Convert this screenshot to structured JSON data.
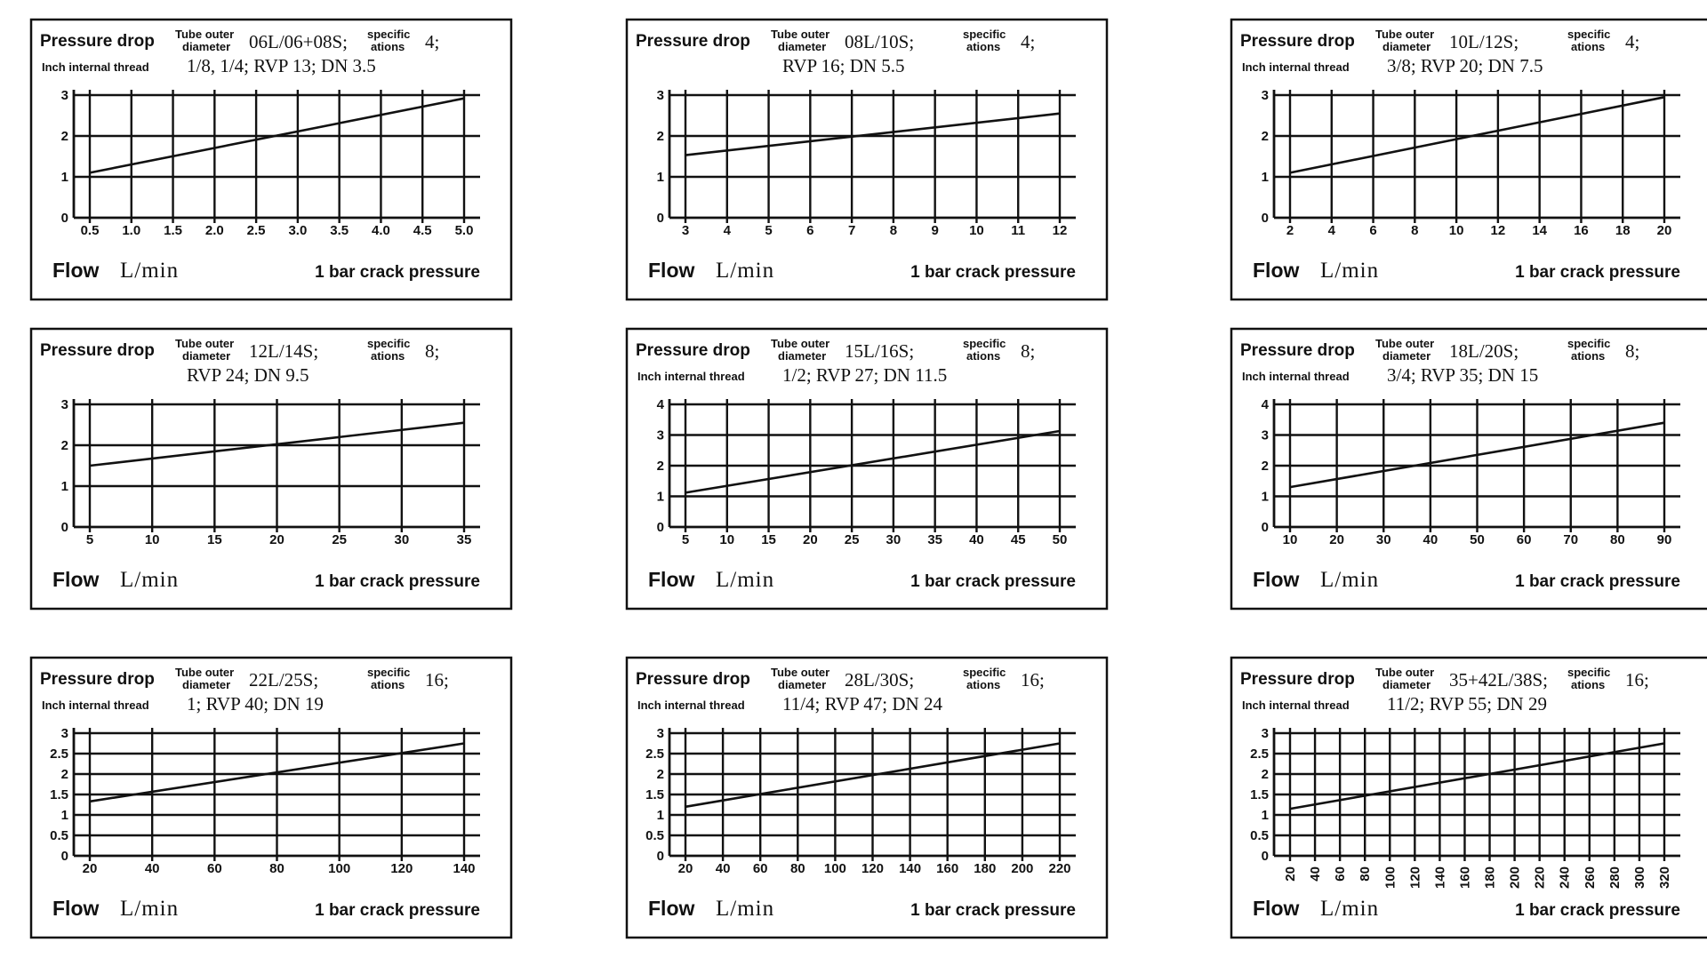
{
  "labels": {
    "pressure_drop": "Pressure drop",
    "tube_outer_1": "Tube outer",
    "tube_outer_2": "diameter",
    "spec_1": "specific",
    "spec_2": "ations",
    "inch_thread": "Inch internal thread",
    "flow": "Flow",
    "unit": "L/min",
    "crack": "1 bar crack pressure"
  },
  "chart_data": [
    {
      "type": "line",
      "tube": "06L/06+08S;",
      "spec": "4;",
      "line2": "1/8, 1/4; RVP 13; DN 3.5",
      "has_thread": true,
      "x_ticks": [
        "0.5",
        "1.0",
        "1.5",
        "2.0",
        "2.5",
        "3.0",
        "3.5",
        "4.0",
        "4.5",
        "5.0"
      ],
      "x_range": [
        0.5,
        5.0
      ],
      "y_ticks": [
        "0",
        "1",
        "2",
        "3"
      ],
      "ylim": [
        0,
        3
      ],
      "series": [
        {
          "x": [
            0.5,
            5.0
          ],
          "y": [
            1.1,
            2.92
          ]
        }
      ]
    },
    {
      "type": "line",
      "tube": "08L/10S;",
      "spec": "4;",
      "line2": "RVP 16; DN 5.5",
      "has_thread": false,
      "x_ticks": [
        "3",
        "4",
        "5",
        "6",
        "7",
        "8",
        "9",
        "10",
        "11",
        "12"
      ],
      "x_range": [
        3,
        12
      ],
      "y_ticks": [
        "0",
        "1",
        "2",
        "3"
      ],
      "ylim": [
        0,
        3
      ],
      "series": [
        {
          "x": [
            3,
            12
          ],
          "y": [
            1.53,
            2.55
          ]
        }
      ]
    },
    {
      "type": "line",
      "tube": "10L/12S;",
      "spec": "4;",
      "line2": "3/8; RVP 20; DN 7.5",
      "has_thread": true,
      "x_ticks": [
        "2",
        "4",
        "6",
        "8",
        "10",
        "12",
        "14",
        "16",
        "18",
        "20"
      ],
      "x_range": [
        2,
        20
      ],
      "y_ticks": [
        "0",
        "1",
        "2",
        "3"
      ],
      "ylim": [
        0,
        3
      ],
      "series": [
        {
          "x": [
            2,
            20
          ],
          "y": [
            1.1,
            2.95
          ]
        }
      ]
    },
    {
      "type": "line",
      "tube": "12L/14S;",
      "spec": "8;",
      "line2": "RVP 24; DN 9.5",
      "has_thread": false,
      "x_ticks": [
        "5",
        "10",
        "15",
        "20",
        "25",
        "30",
        "35"
      ],
      "x_range": [
        5,
        35
      ],
      "y_ticks": [
        "0",
        "1",
        "2",
        "3"
      ],
      "ylim": [
        0,
        3
      ],
      "series": [
        {
          "x": [
            5,
            35
          ],
          "y": [
            1.5,
            2.55
          ]
        }
      ]
    },
    {
      "type": "line",
      "tube": "15L/16S;",
      "spec": "8;",
      "line2": "1/2; RVP 27; DN 11.5",
      "has_thread": true,
      "x_ticks": [
        "5",
        "10",
        "15",
        "20",
        "25",
        "30",
        "35",
        "40",
        "45",
        "50"
      ],
      "x_range": [
        5,
        50
      ],
      "y_ticks": [
        "0",
        "1",
        "2",
        "3",
        "4"
      ],
      "ylim": [
        0,
        4
      ],
      "series": [
        {
          "x": [
            5,
            50
          ],
          "y": [
            1.12,
            3.13
          ]
        }
      ]
    },
    {
      "type": "line",
      "tube": "18L/20S;",
      "spec": "8;",
      "line2": "3/4; RVP 35; DN 15",
      "has_thread": true,
      "x_ticks": [
        "10",
        "20",
        "30",
        "40",
        "50",
        "60",
        "70",
        "80",
        "90"
      ],
      "x_range": [
        10,
        90
      ],
      "y_ticks": [
        "0",
        "1",
        "2",
        "3",
        "4"
      ],
      "ylim": [
        0,
        4
      ],
      "series": [
        {
          "x": [
            10,
            90
          ],
          "y": [
            1.3,
            3.4
          ]
        }
      ]
    },
    {
      "type": "line",
      "tube": "22L/25S;",
      "spec": "16;",
      "line2": "1; RVP 40; DN 19",
      "has_thread": true,
      "x_ticks": [
        "20",
        "40",
        "60",
        "80",
        "100",
        "120",
        "140"
      ],
      "x_range": [
        20,
        140
      ],
      "y_ticks": [
        "0",
        "0.5",
        "1",
        "1.5",
        "2",
        "2.5",
        "3"
      ],
      "ylim": [
        0,
        3
      ],
      "series": [
        {
          "x": [
            20,
            140
          ],
          "y": [
            1.33,
            2.75
          ]
        }
      ]
    },
    {
      "type": "line",
      "tube": "28L/30S;",
      "spec": "16;",
      "line2": "11/4; RVP 47; DN 24",
      "has_thread": true,
      "x_ticks": [
        "20",
        "40",
        "60",
        "80",
        "100",
        "120",
        "140",
        "160",
        "180",
        "200",
        "220"
      ],
      "x_range": [
        20,
        220
      ],
      "y_ticks": [
        "0",
        "0.5",
        "1",
        "1.5",
        "2",
        "2.5",
        "3"
      ],
      "ylim": [
        0,
        3
      ],
      "series": [
        {
          "x": [
            20,
            220
          ],
          "y": [
            1.2,
            2.75
          ]
        }
      ]
    },
    {
      "type": "line",
      "tube": "35+42L/38S;",
      "spec": "16;",
      "line2": "11/2; RVP 55; DN 29",
      "has_thread": true,
      "x_ticks": [
        "20",
        "40",
        "60",
        "80",
        "100",
        "120",
        "140",
        "160",
        "180",
        "200",
        "220",
        "240",
        "260",
        "280",
        "300",
        "320"
      ],
      "x_range": [
        20,
        320
      ],
      "y_ticks": [
        "0",
        "0.5",
        "1",
        "1.5",
        "2",
        "2.5",
        "3"
      ],
      "ylim": [
        0,
        3
      ],
      "series": [
        {
          "x": [
            20,
            320
          ],
          "y": [
            1.15,
            2.75
          ]
        }
      ]
    }
  ]
}
